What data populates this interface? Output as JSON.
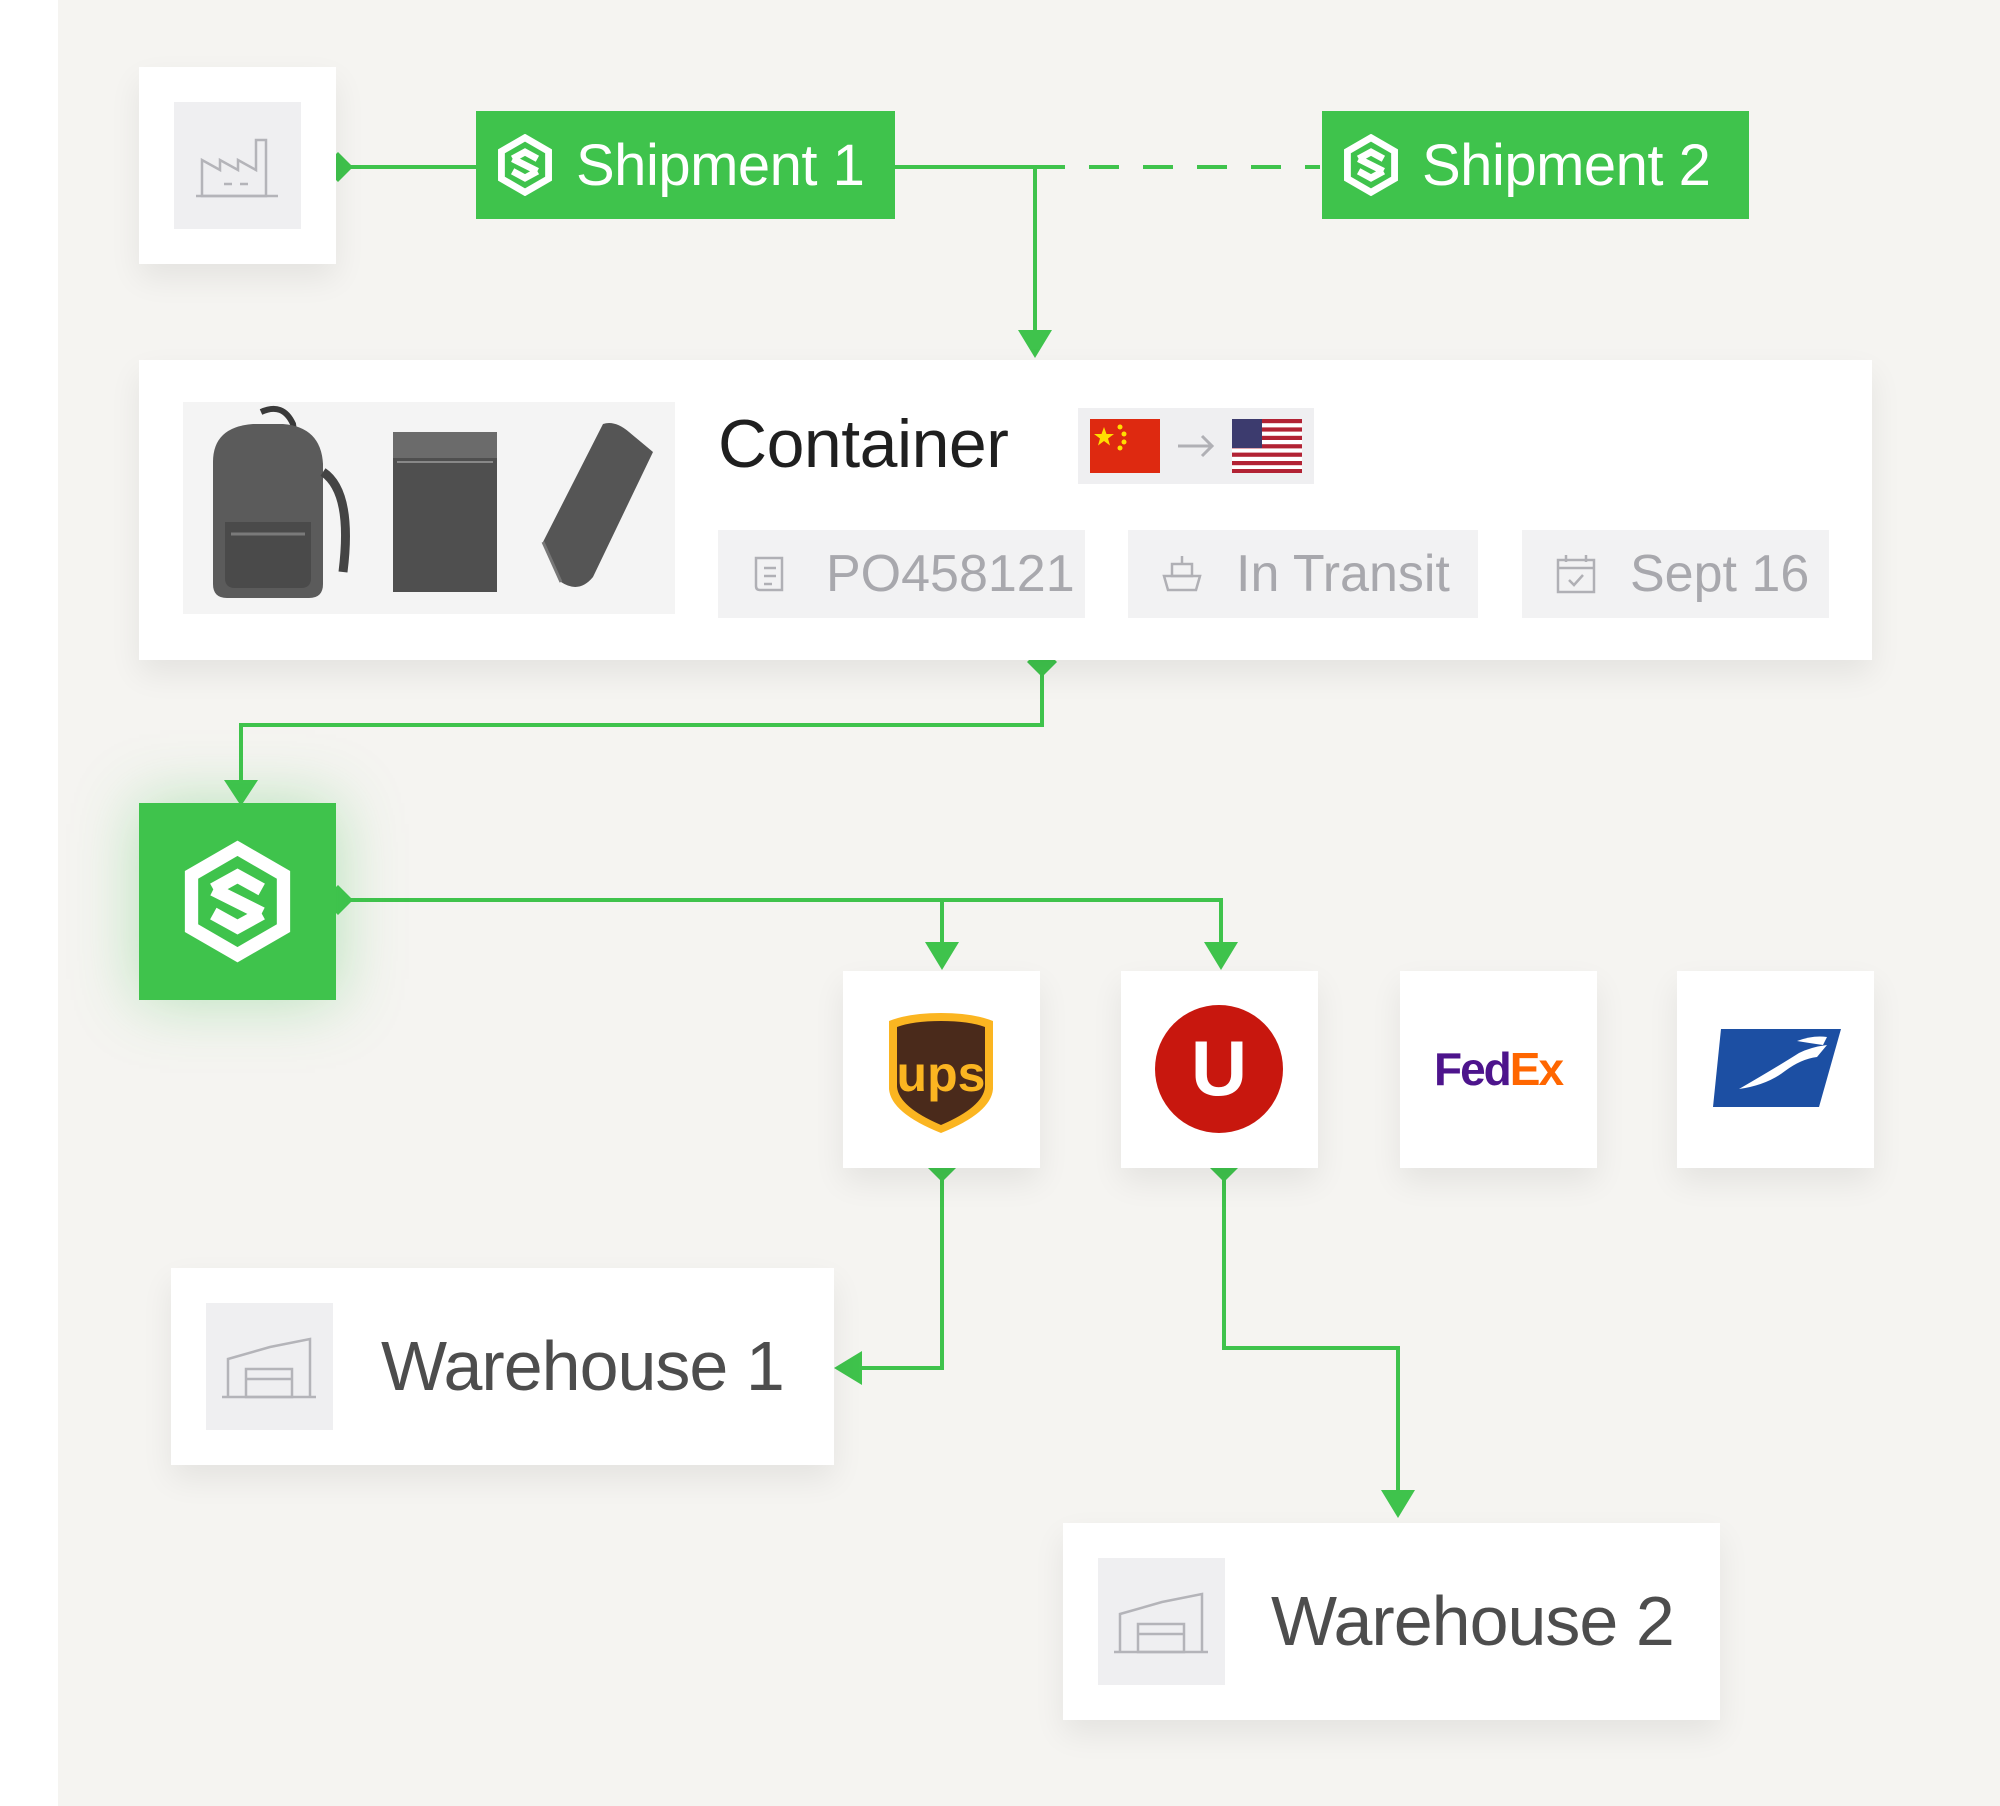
{
  "shipments": {
    "shipment_1": "Shipment 1",
    "shipment_2": "Shipment 2"
  },
  "container": {
    "title": "Container",
    "origin_flag": "china-flag-icon",
    "destination_flag": "usa-flag-icon",
    "chips": {
      "po": "PO458121",
      "status": "In Transit",
      "date": "Sept 16"
    }
  },
  "carriers": [
    {
      "name": "ups-logo",
      "text": "ups"
    },
    {
      "name": "u-carrier-logo",
      "text": "U"
    },
    {
      "name": "fedex-logo",
      "text_fed": "Fed",
      "text_ex": "Ex"
    },
    {
      "name": "usps-logo"
    }
  ],
  "warehouses": {
    "warehouse_1": "Warehouse 1",
    "warehouse_2": "Warehouse 2"
  },
  "colors": {
    "accent_green": "#3fc34c",
    "background": "#f5f4f1",
    "chip_text": "#a8a8ad",
    "ups_brown": "#4a2a1b",
    "ups_gold": "#fbb521",
    "u_red": "#c8170e",
    "fedex_purple": "#4d148c",
    "fedex_orange": "#ff6600",
    "usps_blue": "#1c4fa3"
  }
}
